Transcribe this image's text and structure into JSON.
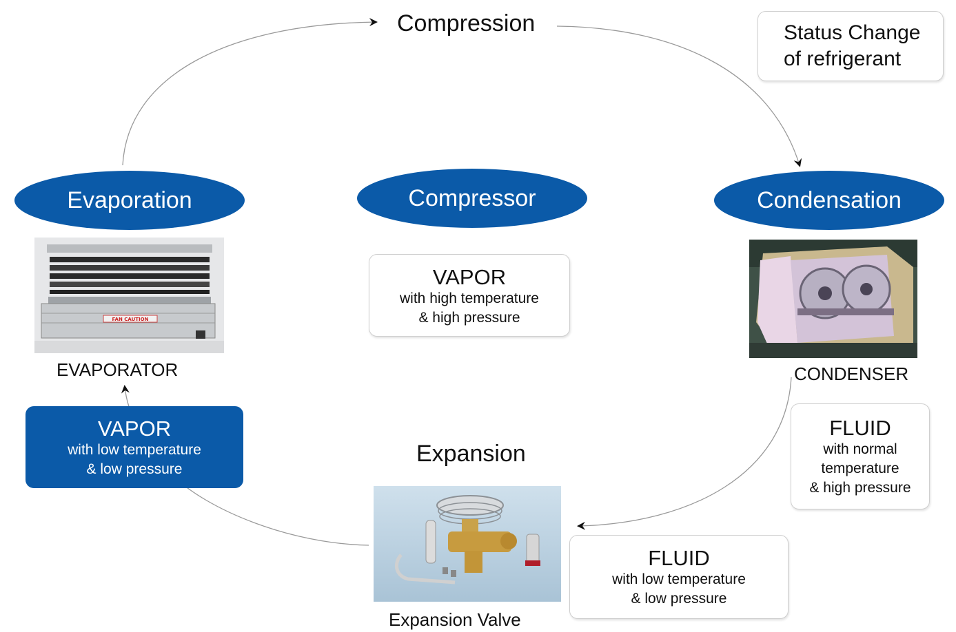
{
  "stages": {
    "compression": "Compression",
    "expansion": "Expansion"
  },
  "legend": {
    "line1": "Status Change",
    "line2": "of refrigerant"
  },
  "components": {
    "evaporation": "Evaporation",
    "compressor": "Compressor",
    "condensation": "Condensation"
  },
  "captions": {
    "evaporator": "EVAPORATOR",
    "condenser": "CONDENSER",
    "expansion_valve": "Expansion Valve"
  },
  "states": {
    "compressor_out": {
      "title": "VAPOR",
      "line1": "with high temperature",
      "line2": "& high pressure"
    },
    "condenser_out": {
      "title": "FLUID",
      "line1": "with normal",
      "line2": "temperature",
      "line3": "& high pressure"
    },
    "valve_out": {
      "title": "FLUID",
      "line1": "with low temperature",
      "line2": "& low pressure"
    },
    "evaporator_in": {
      "title": "VAPOR",
      "line1": "with low temperature",
      "line2": "& low pressure"
    }
  },
  "photos": {
    "evaporator_label": "FAN CAUTION"
  },
  "colors": {
    "accent_blue": "#0b5aa8",
    "line_gray": "#9a9a9a"
  }
}
